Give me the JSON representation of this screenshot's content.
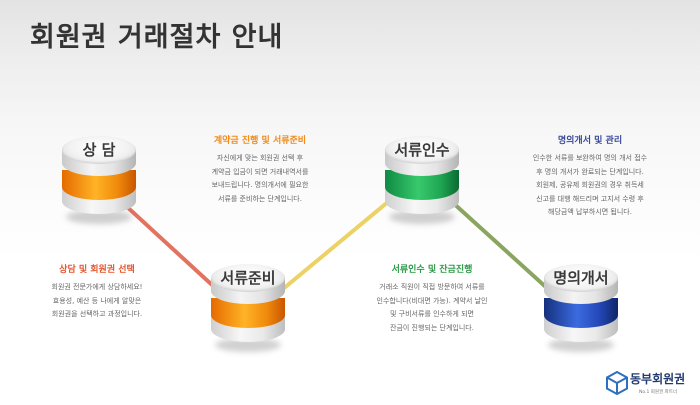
{
  "title": "회원권 거래절차 안내",
  "steps": [
    {
      "label": "상 담",
      "band": "orange",
      "line_color": "#e1735f"
    },
    {
      "label": "서류준비",
      "band": "orange",
      "line_color": "#ecd265"
    },
    {
      "label": "서류인수",
      "band": "green",
      "line_color": "#8aa560"
    },
    {
      "label": "명의개서",
      "band": "blue"
    }
  ],
  "texts": [
    {
      "heading": "상담 및 회원권 선택",
      "heading_color": "#e4572e",
      "lines": [
        "회원권 전문가에게 상담하세요!",
        "효용성, 예산 등 나에게 알맞은",
        "회원권을 선택하고  과정입니다."
      ]
    },
    {
      "heading": "계약금 진행 및 서류준비",
      "heading_color": "#f18a1b",
      "lines": [
        "자신에게 맞는 회원권 선택 후",
        "계약금 입금이 되면 거래내역서를",
        "보내드립니다. 명의개서에 필요한",
        "서류를 준비하는 단계입니다."
      ]
    },
    {
      "heading": "서류인수 및 잔금진행",
      "heading_color": "#2f9a4a",
      "lines": [
        "거래소 직원이 직접 방문하여 서류를",
        "인수합니다(비대면 가능). 계약서 날인",
        "및 구비서류를 인수하게 되면",
        "잔금이 진행되는 단계입니다."
      ]
    },
    {
      "heading": "명의개서 및 관리",
      "heading_color": "#3a4a9c",
      "lines": [
        "인수한 서류를 보완하여 명의 개서 접수",
        "후 명의 개서가 완료되는 단계입니다.",
        "회원제, 공유제 회원권의 경우 취득세",
        "신고를 대행 해드리며 고지서 수령 후",
        "해당금액 납부하시면 됩니다."
      ]
    }
  ],
  "logo": {
    "name": "동부회원권",
    "tagline": "No.1 회원권 파트너",
    "icon": "cube-logo-icon",
    "color": "#2f6fc0"
  }
}
